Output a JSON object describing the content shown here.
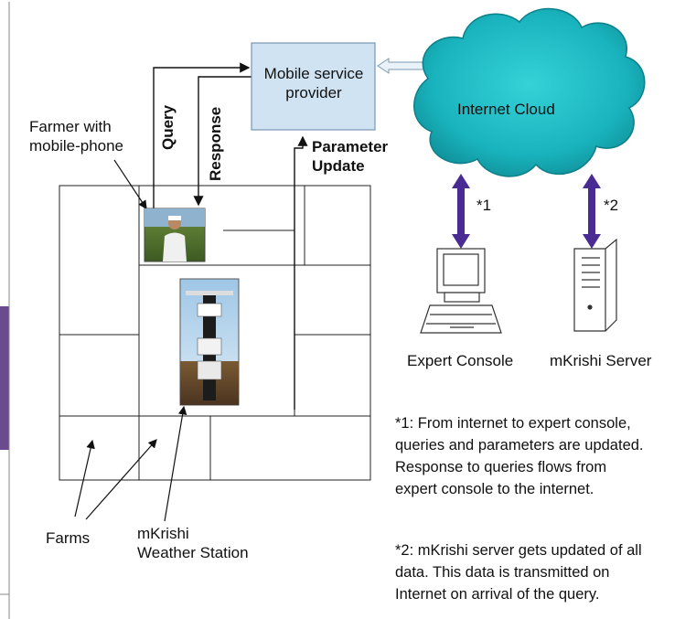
{
  "diagram": {
    "provider": {
      "line1": "Mobile service",
      "line2": "provider"
    },
    "cloud": {
      "label": "Internet Cloud",
      "color": "#1fb8c0"
    },
    "farmer": {
      "line1": "Farmer with",
      "line2": "mobile-phone"
    },
    "arrows": {
      "query": "Query",
      "response": "Response",
      "param_line1": "Parameter",
      "param_line2": "Update",
      "link1": "*1",
      "link2": "*2"
    },
    "console_label": "Expert Console",
    "server_label": "mKrishi Server",
    "farms_label": "Farms",
    "station": {
      "line1": "mKrishi",
      "line2": "Weather Station"
    },
    "notes": {
      "n1_lines": [
        "*1: From internet to expert console,",
        "queries and parameters are updated.",
        "Response to queries flows from",
        "expert console to the internet."
      ],
      "n2_lines": [
        "*2: mKrishi server gets updated of all",
        "data. This data is transmitted on",
        "Internet on arrival of the query."
      ]
    },
    "colors": {
      "provider_box": "#cfe3f2",
      "link_arrow": "#4a2a93",
      "side_bar": "#6a4b8f"
    }
  }
}
